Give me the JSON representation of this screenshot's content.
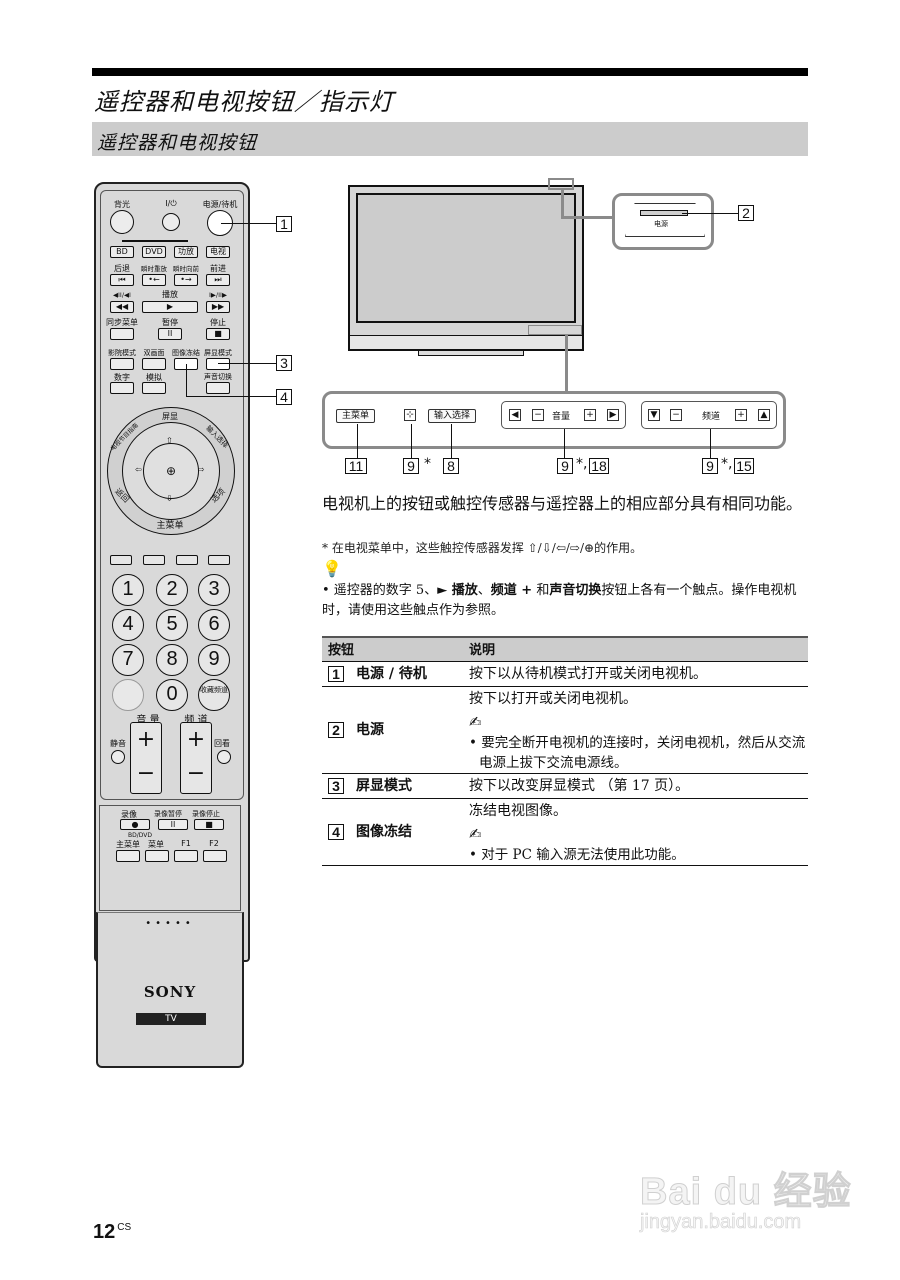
{
  "header": {
    "title": "遥控器和电视按钮／指示灯",
    "subtitle": "遥控器和电视按钮"
  },
  "remote": {
    "top_labels": [
      "背光",
      "I/⏻",
      "电源/待机"
    ],
    "source_buttons": [
      "BD",
      "DVD",
      "功放",
      "电视"
    ],
    "transport_labels": [
      "后退",
      "瞬时重放",
      "瞬时向前",
      "前进"
    ],
    "transport_icons": [
      "⏮",
      "•←",
      "•→",
      "⏭"
    ],
    "row3_labels": [
      "◀II/◀I",
      "播放",
      "I▶/II▶"
    ],
    "row3_icons": [
      "◀◀",
      "▶",
      "▶▶"
    ],
    "row4_labels": [
      "同步菜单",
      "暂停",
      "停止"
    ],
    "row4_icons": [
      "",
      "II",
      "■"
    ],
    "mode_labels": [
      "影院模式",
      "双画面",
      "图像冻结",
      "屏显模式"
    ],
    "misc_labels": [
      "数字",
      "模拟",
      "声音切换"
    ],
    "dial": {
      "top": "屏显",
      "left_top": "电视节目指南",
      "right_top": "输入选择",
      "left_bottom": "返回",
      "right_bottom": "选项",
      "bottom": "主菜单",
      "center": "⊕"
    },
    "numbers": [
      "1",
      "2",
      "3",
      "4",
      "5",
      "6",
      "7",
      "8",
      "9",
      "",
      "0",
      "收藏频道"
    ],
    "volume_label": "音 量",
    "channel_label": "频 道",
    "mute_label": "静音",
    "jump_label": "回看",
    "plus": "+",
    "minus": "−",
    "record_labels": [
      "录像",
      "录像暂停",
      "录像停止"
    ],
    "record_icons": [
      "●",
      "II",
      "■"
    ],
    "bd_dvd_label": "BD/DVD",
    "lower_labels": [
      "主菜单",
      "菜单",
      "F1",
      "F2"
    ],
    "lid_dots": "•••••",
    "brand": "SONY",
    "badge": "TV"
  },
  "callouts": {
    "c1": "1",
    "c2": "2",
    "c3": "3",
    "c4": "4",
    "c11": "11",
    "c9a": "9",
    "c8": "8",
    "c9b": "9",
    "c18": "18",
    "c9c": "9",
    "c15": "15",
    "asterisk": "*",
    "comma_asterisk": "*,"
  },
  "tv": {
    "power_label": "电源",
    "panel": {
      "menu": "主菜单",
      "enter": "⊹",
      "input": "输入选择",
      "volume_label": "音量",
      "channel_label": "频道",
      "left_arrow": "◀",
      "right_arrow": "▶",
      "down_arrow": "▼",
      "up_arrow": "▲",
      "minus": "−",
      "plus": "+"
    }
  },
  "body": {
    "paragraph": "电视机上的按钮或触控传感器与遥控器上的相应部分具有相同功能。",
    "footnote": "* 在电视菜单中，这些触控传感器发挥 ⇧/⇩/⇦/⇨/⊕的作用。",
    "tip_icon": "💡",
    "tip_prefix": "• 遥控器的数字 5、",
    "tip_bold1": "► 播放",
    "tip_sep1": "、",
    "tip_bold2": "频道 +",
    "tip_sep2": " 和",
    "tip_bold3": "声音切换",
    "tip_suffix": "按钮上各有一个触点。操作电视机时，请使用这些触点作为参照。"
  },
  "table": {
    "headers": [
      "按钮",
      "说明"
    ],
    "rows": [
      {
        "num": "1",
        "name": "电源 / 待机",
        "desc": "按下以从待机模式打开或关闭电视机。",
        "note": ""
      },
      {
        "num": "2",
        "name": "电源",
        "desc": "按下以打开或关闭电视机。",
        "note": "• 要完全断开电视机的连接时，关闭电视机，然后从交流电源上拔下交流电源线。"
      },
      {
        "num": "3",
        "name": "屏显模式",
        "desc": "按下以改变屏显模式 （第 17 页）。",
        "note": ""
      },
      {
        "num": "4",
        "name": "图像冻结",
        "desc": "冻结电视图像。",
        "note": "• 对于 PC 输入源无法使用此功能。"
      }
    ],
    "note_icon": "✍"
  },
  "footer": {
    "page_number": "12",
    "page_suffix": "CS"
  },
  "watermark": {
    "logo": "Bai du 经验",
    "url": "jingyan.baidu.com"
  }
}
